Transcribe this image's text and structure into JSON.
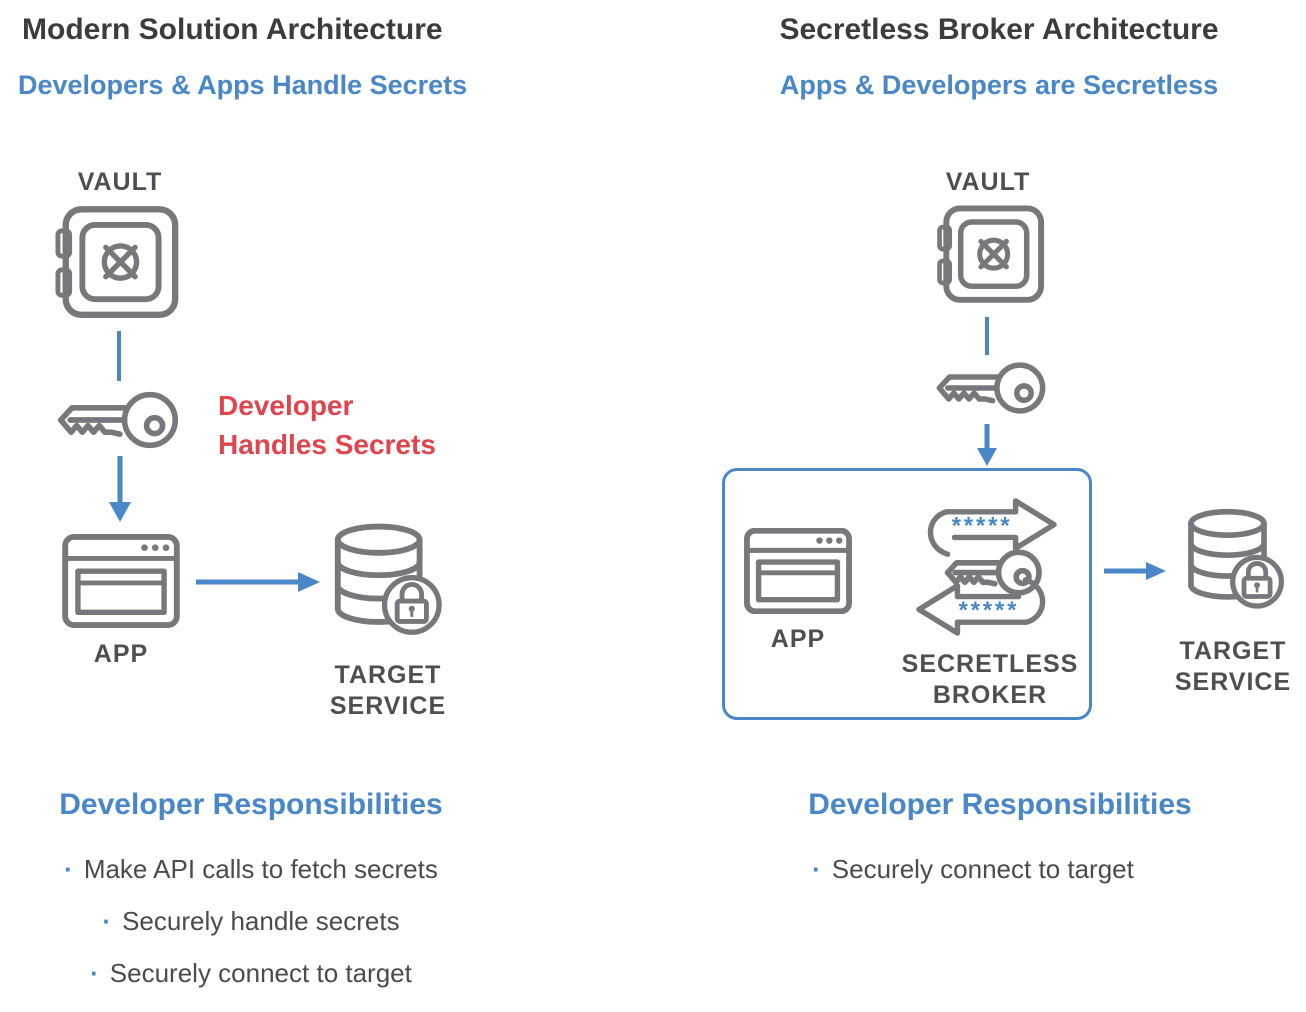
{
  "bullet_char": "·",
  "colors": {
    "accent_blue": "#4a87c8",
    "alert_red": "#e0454e",
    "icon_gray": "#77787b",
    "title_dark": "#3c3c3e",
    "body_text": "#4b4b4d"
  },
  "left": {
    "title": "Modern Solution Architecture",
    "subtitle": "Developers & Apps Handle Secrets",
    "vault_label": "VAULT",
    "key_note_line1": "Developer",
    "key_note_line2": "Handles Secrets",
    "app_label": "APP",
    "target_label_line1": "TARGET",
    "target_label_line2": "SERVICE",
    "responsibilities": {
      "heading": "Developer Responsibilities",
      "items": [
        "Make API calls to fetch secrets",
        "Securely handle secrets",
        "Securely connect to target"
      ]
    }
  },
  "right": {
    "title": "Secretless Broker Architecture",
    "subtitle": "Apps & Developers are Secretless",
    "vault_label": "VAULT",
    "app_label": "APP",
    "broker_secret_top": "*****",
    "broker_secret_bottom": "*****",
    "broker_label_line1": "SECRETLESS",
    "broker_label_line2": "BROKER",
    "target_label_line1": "TARGET",
    "target_label_line2": "SERVICE",
    "responsibilities": {
      "heading": "Developer Responsibilities",
      "items": [
        "Securely connect to target"
      ]
    }
  }
}
